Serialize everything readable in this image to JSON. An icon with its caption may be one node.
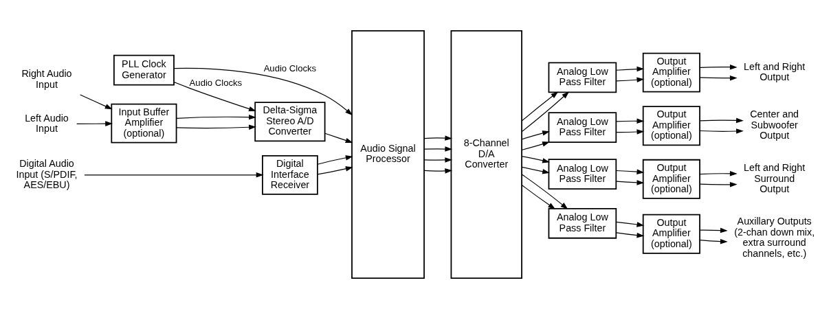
{
  "diagram": {
    "nodes": [
      {
        "text": [
          "Input Buffer Amplifier (optional)"
        ]
      },
      {
        "text": [
          "Delta-Sigma Stereo A/D Converter"
        ]
      },
      {
        "text": [
          "Left Audio Input"
        ]
      },
      {
        "text": [
          "Right Audio Input"
        ]
      },
      {
        "text": [
          "PLL Clock Generator"
        ]
      },
      {
        "text": [
          "Digital Audio Input (S/PDIF, AES/EBU)"
        ]
      },
      {
        "text": [
          "Digital Interface Receiver"
        ]
      },
      {
        "text": [
          "Audio Signal Processor"
        ]
      },
      {
        "text": [
          "8-Channel D/A Converter"
        ]
      },
      {
        "text": [
          "Analog Low Pass Filter"
        ]
      },
      {
        "text": [
          "Output Amplifier (optional)"
        ]
      },
      {
        "text": [
          "Left and Right Output"
        ]
      },
      {
        "text": [
          "Analog Low Pass Filter"
        ]
      },
      {
        "text": [
          "Output Amplifier (optional)"
        ]
      },
      {
        "text": [
          "Center and Subwoofer Output"
        ]
      },
      {
        "text": [
          "Analog Low Pass Filter"
        ]
      },
      {
        "text": [
          "Output Amplifier (optional)"
        ]
      },
      {
        "text": [
          "Left and Right Surround Output"
        ]
      },
      {
        "text": [
          "Analog Low Pass Filter"
        ]
      },
      {
        "text": [
          "Output Amplifier (optional)"
        ]
      },
      {
        "text": [
          "Auxillary Outputs (2-chan down mix, extra surround channels, etc.)"
        ]
      }
    ],
    "edges": [
      {
        "from": 0,
        "to": 1,
        "arrow": "to"
      },
      {
        "from": 0,
        "to": 1,
        "arrow": "to"
      },
      {
        "from": 2,
        "to": 0,
        "arrow": "to"
      },
      {
        "from": 3,
        "to": 0,
        "arrow": "to"
      },
      {
        "from": 4,
        "to": 1,
        "arrow": "to",
        "label": "Audio Clocks"
      },
      {
        "from": 1,
        "to": 7,
        "arrow": "to"
      },
      {
        "from": 4,
        "to": 7,
        "arrow": "to",
        "label": "Audio Clocks"
      },
      {
        "from": 6,
        "to": 7,
        "arrow": "to"
      },
      {
        "from": 5,
        "to": 6,
        "arrow": "to"
      },
      {
        "from": 6,
        "to": 7,
        "arrow": "to"
      },
      {
        "from": 7,
        "to": 8,
        "arrow": "to"
      },
      {
        "from": 7,
        "to": 8,
        "arrow": "to"
      },
      {
        "from": 7,
        "to": 8,
        "arrow": "to"
      },
      {
        "from": 7,
        "to": 8,
        "arrow": "to"
      },
      {
        "from": 8,
        "to": 9,
        "arrow": "to"
      },
      {
        "from": 8,
        "to": 9,
        "arrow": "to"
      },
      {
        "from": 9,
        "to": 10,
        "arrow": "to"
      },
      {
        "from": 9,
        "to": 10,
        "arrow": "to"
      },
      {
        "from": 10,
        "to": 11,
        "arrow": "to"
      },
      {
        "from": 10,
        "to": 11,
        "arrow": "to"
      },
      {
        "from": 8,
        "to": 12,
        "arrow": "to"
      },
      {
        "from": 8,
        "to": 12,
        "arrow": "to"
      },
      {
        "from": 12,
        "to": 13,
        "arrow": "to"
      },
      {
        "from": 12,
        "to": 13,
        "arrow": "to"
      },
      {
        "from": 13,
        "to": 14,
        "arrow": "to"
      },
      {
        "from": 13,
        "to": 14,
        "arrow": "to"
      },
      {
        "from": 8,
        "to": 15,
        "arrow": "to"
      },
      {
        "from": 8,
        "to": 15,
        "arrow": "to"
      },
      {
        "from": 15,
        "to": 16,
        "arrow": "to"
      },
      {
        "from": 15,
        "to": 16,
        "arrow": "to"
      },
      {
        "from": 16,
        "to": 17,
        "arrow": "to"
      },
      {
        "from": 16,
        "to": 17,
        "arrow": "to"
      },
      {
        "from": 8,
        "to": 18,
        "arrow": "to"
      },
      {
        "from": 8,
        "to": 18,
        "arrow": "to"
      },
      {
        "from": 18,
        "to": 19,
        "arrow": "to"
      },
      {
        "from": 18,
        "to": 19,
        "arrow": "to"
      },
      {
        "from": 19,
        "to": 20,
        "arrow": "to"
      },
      {
        "from": 19,
        "to": 20,
        "arrow": "to"
      }
    ]
  }
}
